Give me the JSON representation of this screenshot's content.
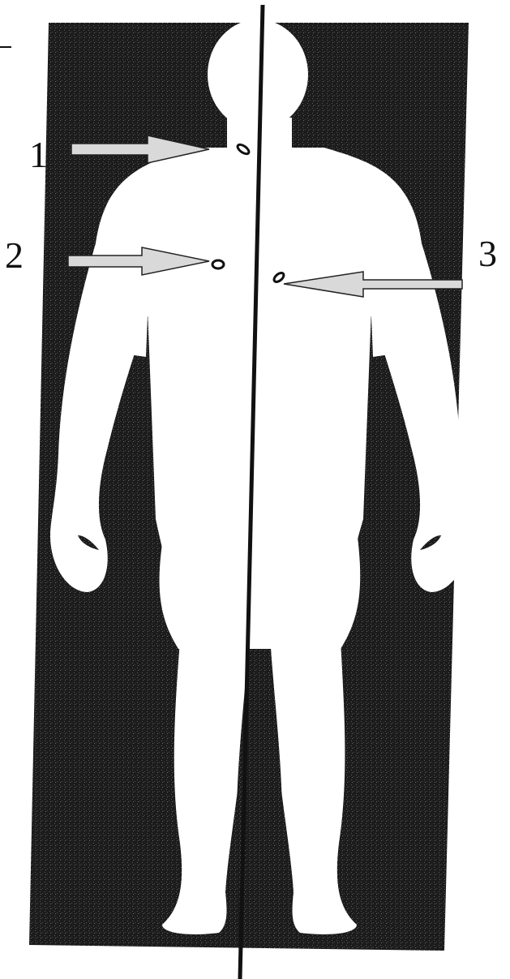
{
  "callouts": [
    {
      "number": "1"
    },
    {
      "number": "2"
    },
    {
      "number": "3"
    }
  ],
  "colors": {
    "panel": "#1c1c1c",
    "panel_speckle": "#5a5a5a",
    "silhouette": "#ffffff",
    "midline": "#111111",
    "arrow_fill": "#d9d9d9",
    "arrow_stroke": "#222222",
    "marker": "#111111"
  }
}
